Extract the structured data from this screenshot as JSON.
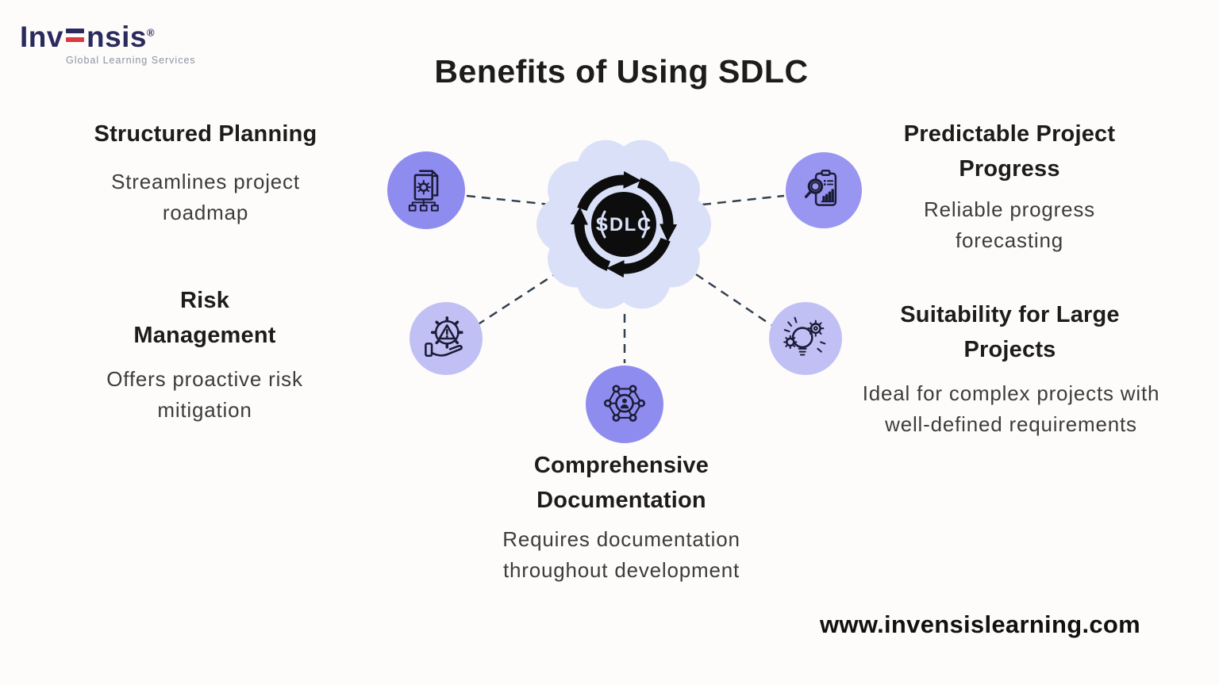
{
  "logo": {
    "brand_part1": "Inv",
    "brand_part2": "nsis",
    "registered": "®",
    "tagline": "Global Learning Services"
  },
  "title": "Benefits of Using SDLC",
  "center": {
    "label": "SDLC"
  },
  "benefits": [
    {
      "id": "structured-planning",
      "title": "Structured Planning",
      "description": "Streamlines project roadmap",
      "icon": "documents-gear-flowchart-icon"
    },
    {
      "id": "predictable-project-progress",
      "title": "Predictable Project Progress",
      "description": "Reliable progress forecasting",
      "icon": "clipboard-chart-magnifier-icon"
    },
    {
      "id": "risk-management",
      "title": "Risk Management",
      "description": "Offers proactive risk mitigation",
      "icon": "hand-gear-warning-icon"
    },
    {
      "id": "suitability-for-large-projects",
      "title": "Suitability for Large Projects",
      "description": "Ideal for complex projects with well-defined requirements",
      "icon": "lightbulb-gears-icon"
    },
    {
      "id": "comprehensive-documentation",
      "title": "Comprehensive Documentation",
      "description": "Requires documentation throughout development",
      "icon": "network-person-icon"
    }
  ],
  "footer": {
    "website": "www.invensislearning.com"
  },
  "colors": {
    "background": "#fdfcfa",
    "circle_primary": "#8f8cf0",
    "circle_secondary": "#9996f1",
    "circle_light": "#c1c0f5",
    "blob": "#d9e0f8",
    "icon_stroke": "#1c1c38",
    "connector": "#32404f",
    "cycle_black": "#0d0d0d",
    "heading_text": "#1c1c1c",
    "body_text": "#3c3c3c",
    "logo_navy": "#2b2a5e",
    "logo_red": "#d93a41",
    "logo_gray": "#8a93a3"
  }
}
